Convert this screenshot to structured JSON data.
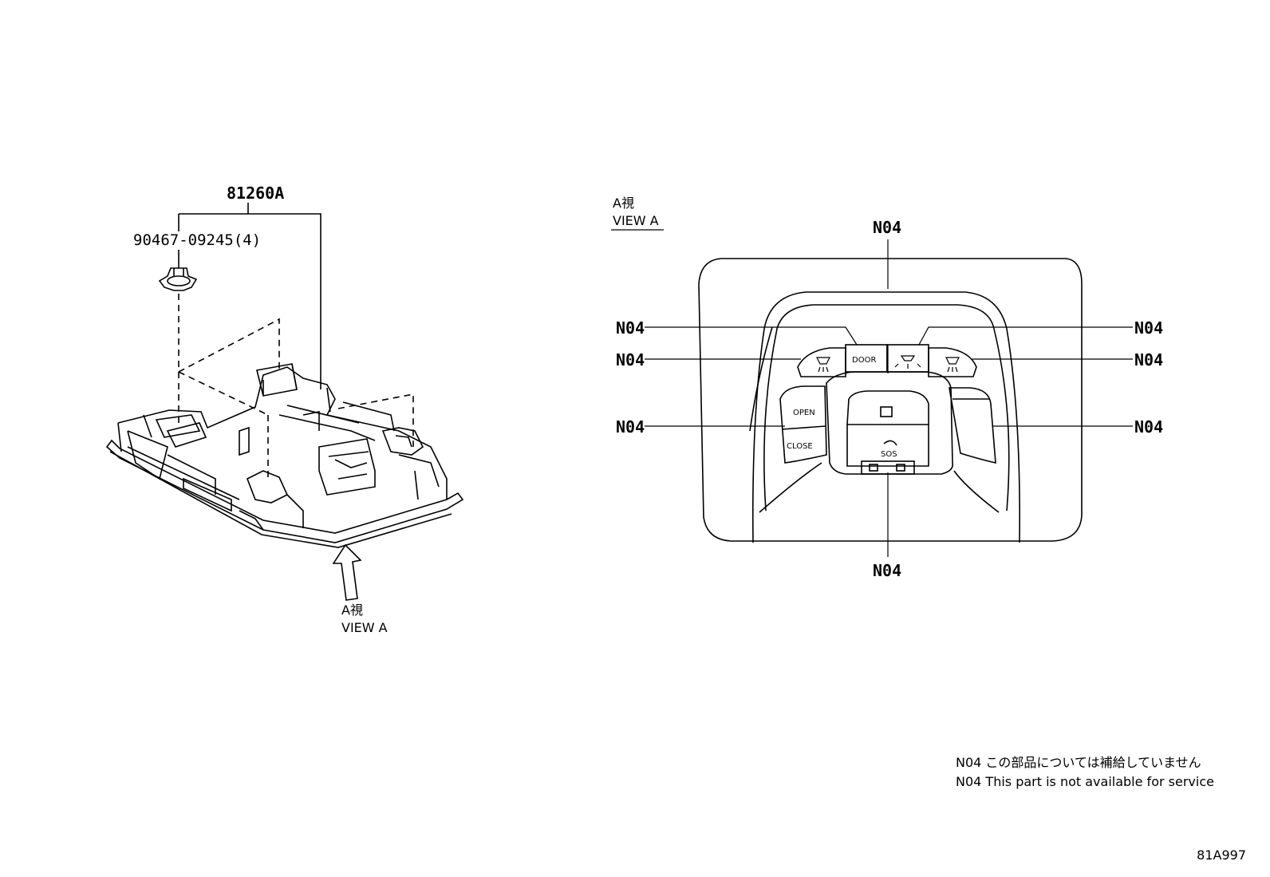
{
  "left_view": {
    "assembly_part": "81260A",
    "clip_part": "90467-09245(4)",
    "view_arrow_label_jp": "A視",
    "view_arrow_label_en": "VIEW A"
  },
  "right_view": {
    "title_jp": "A視",
    "title_en": "VIEW A",
    "callouts": [
      {
        "id": "top",
        "text": "N04"
      },
      {
        "id": "left-1",
        "text": "N04"
      },
      {
        "id": "left-2",
        "text": "N04"
      },
      {
        "id": "left-3",
        "text": "N04"
      },
      {
        "id": "right-1",
        "text": "N04"
      },
      {
        "id": "right-2",
        "text": "N04"
      },
      {
        "id": "right-3",
        "text": "N04"
      },
      {
        "id": "bottom",
        "text": "N04"
      }
    ],
    "buttons": {
      "door": "DOOR",
      "open": "OPEN",
      "close": "CLOSE",
      "sos": "SOS"
    }
  },
  "notes": [
    "N04 この部品については補給していません",
    "N04 This part is not available for service"
  ],
  "diagram_code": "81A997"
}
